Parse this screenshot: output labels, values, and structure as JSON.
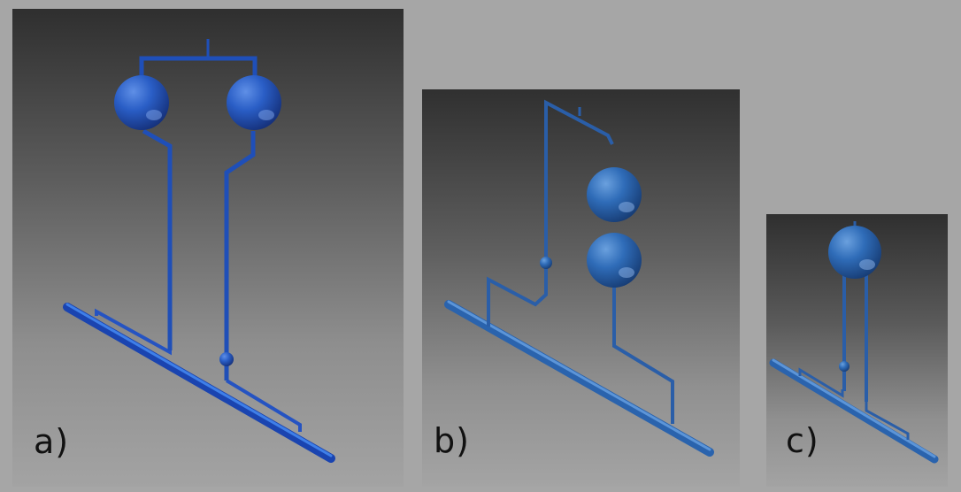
{
  "panels": {
    "a": {
      "label": "a)"
    },
    "b": {
      "label": "b)"
    },
    "c": {
      "label": "c)"
    }
  },
  "colors": {
    "pipe_dark": "#1f3f9a",
    "pipe_light": "#2f6fd8",
    "pipe_b": "#2a6bb8",
    "sphere": "#2a60c8"
  }
}
